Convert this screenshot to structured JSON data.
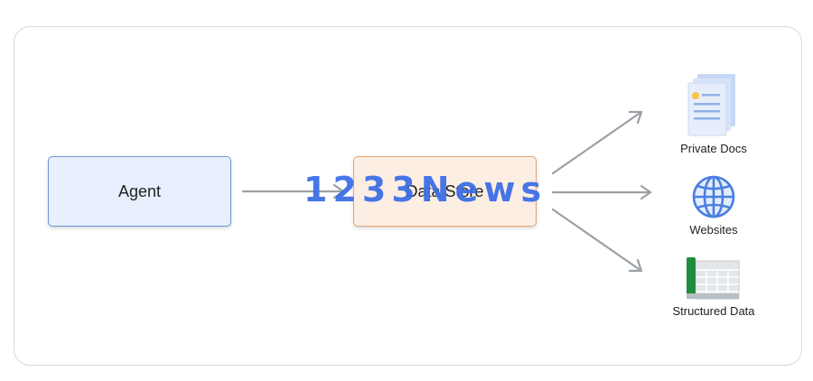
{
  "diagram": {
    "nodes": {
      "agent": "Agent",
      "data_store": "Data Store"
    },
    "sources": [
      {
        "label": "Private Docs",
        "icon": "document-stack-icon"
      },
      {
        "label": "Websites",
        "icon": "globe-icon"
      },
      {
        "label": "Structured Data",
        "icon": "spreadsheet-icon"
      }
    ],
    "watermark": "1233News",
    "colors": {
      "agent_fill": "#e8f0fe",
      "agent_border": "#6b95d6",
      "store_fill": "#fdeee3",
      "store_border": "#e7a270",
      "arrow": "#9aa0a6",
      "watermark": "#3d6fe6"
    }
  }
}
